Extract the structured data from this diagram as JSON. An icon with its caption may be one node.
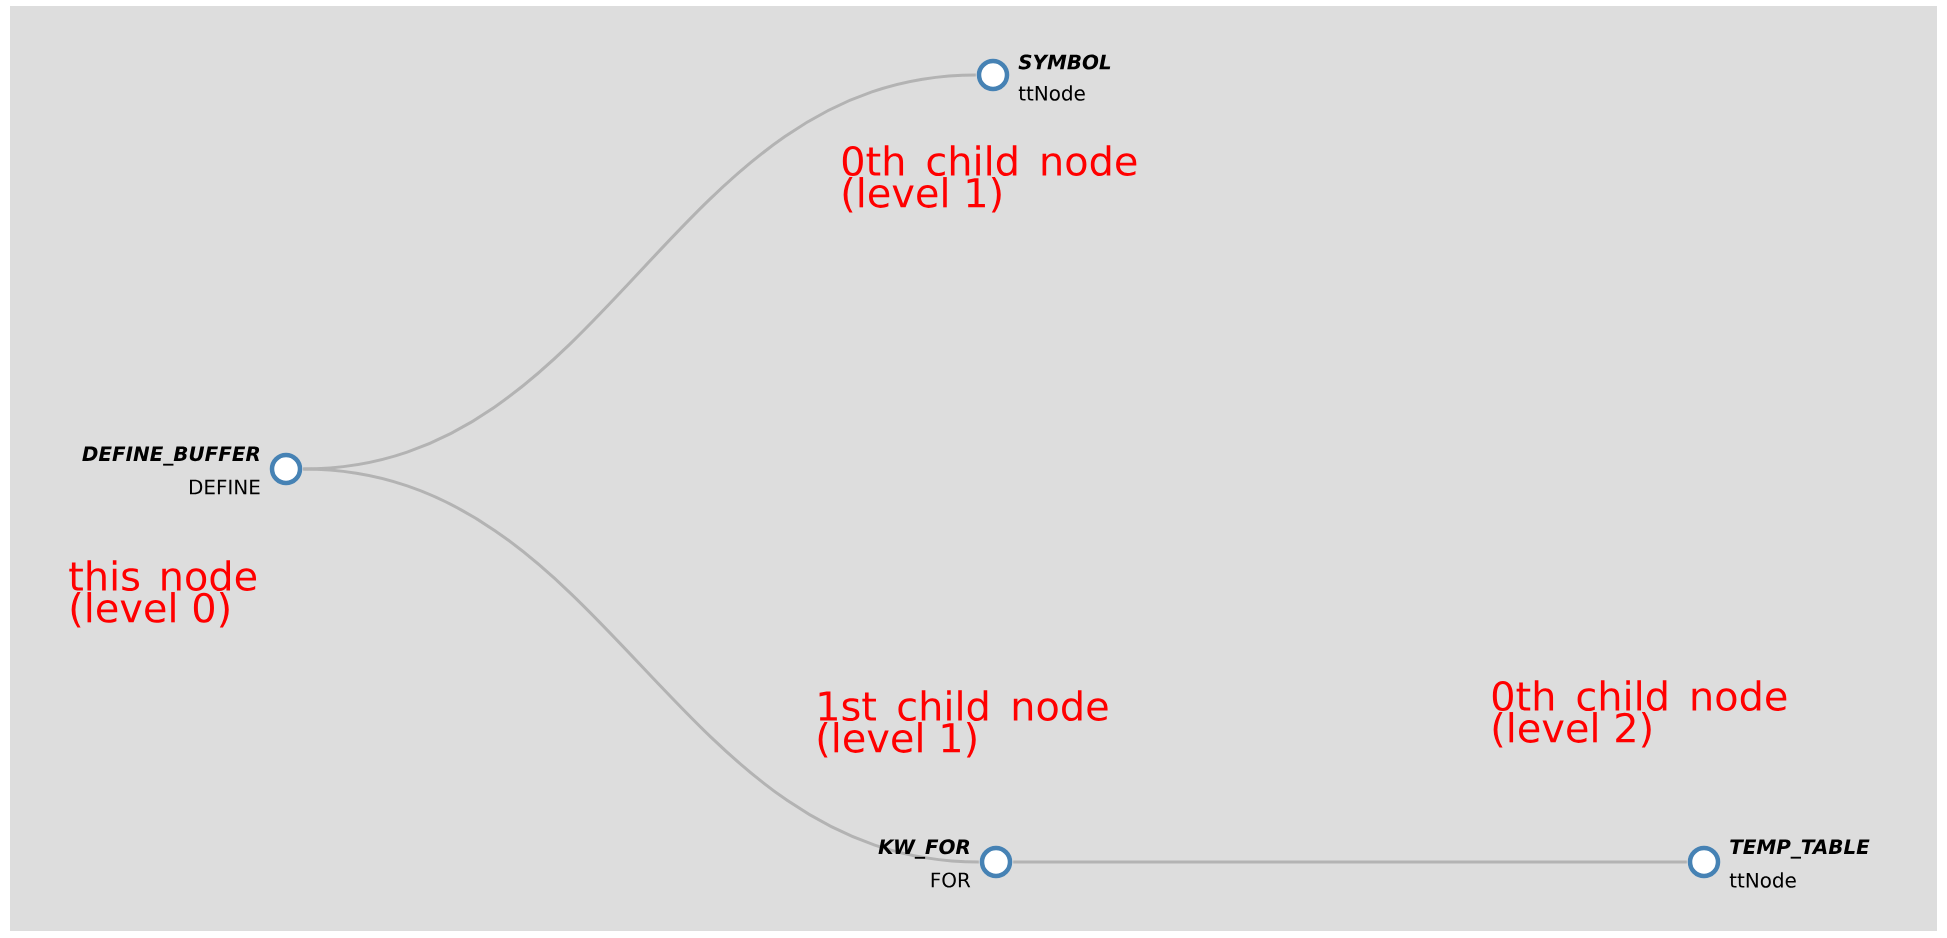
{
  "diagram": {
    "nodes": [
      {
        "text": [
          "DEFINE_BUFFER",
          "DEFINE"
        ],
        "beside": [
          "this node (level 0)"
        ]
      },
      {
        "text": [
          "SYMBOL",
          "ttNode"
        ],
        "beside": [
          "0th child node (level 1)"
        ]
      },
      {
        "text": [
          "KW_FOR",
          "FOR"
        ],
        "beside": [
          "1st child node (level 1)"
        ]
      },
      {
        "text": [
          "TEMP_TABLE",
          "ttNode"
        ],
        "beside": [
          "0th child node (level 2)"
        ]
      }
    ],
    "edges": [
      {
        "from": 0,
        "to": 1,
        "arrow": "none"
      },
      {
        "from": 0,
        "to": 2,
        "arrow": "none"
      },
      {
        "from": 2,
        "to": 3,
        "arrow": "none"
      }
    ]
  }
}
